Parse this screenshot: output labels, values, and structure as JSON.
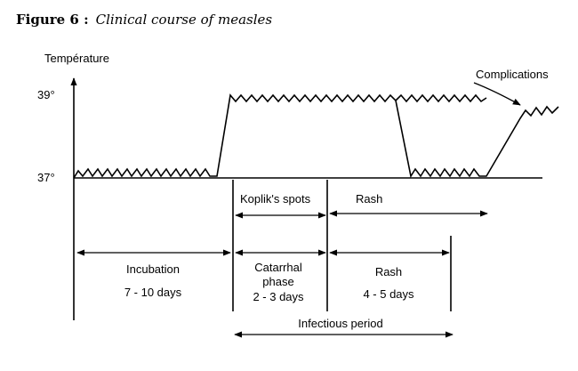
{
  "figure": {
    "number_label": "Figure 6 :",
    "caption": "Clinical course of measles"
  },
  "axis": {
    "y_label": "Température",
    "tick_high": "39°",
    "tick_low": "37°"
  },
  "annotations": {
    "complications": "Complications",
    "kopliks_spots": "Koplik's spots",
    "rash_top": "Rash",
    "infectious_period": "Infectious period"
  },
  "phases": [
    {
      "name": "Incubation",
      "duration": "7 - 10 days"
    },
    {
      "name_line1": "Catarrhal",
      "name_line2": "phase",
      "duration": "2 - 3 days"
    },
    {
      "name": "Rash",
      "duration": "4 - 5 days"
    }
  ]
}
